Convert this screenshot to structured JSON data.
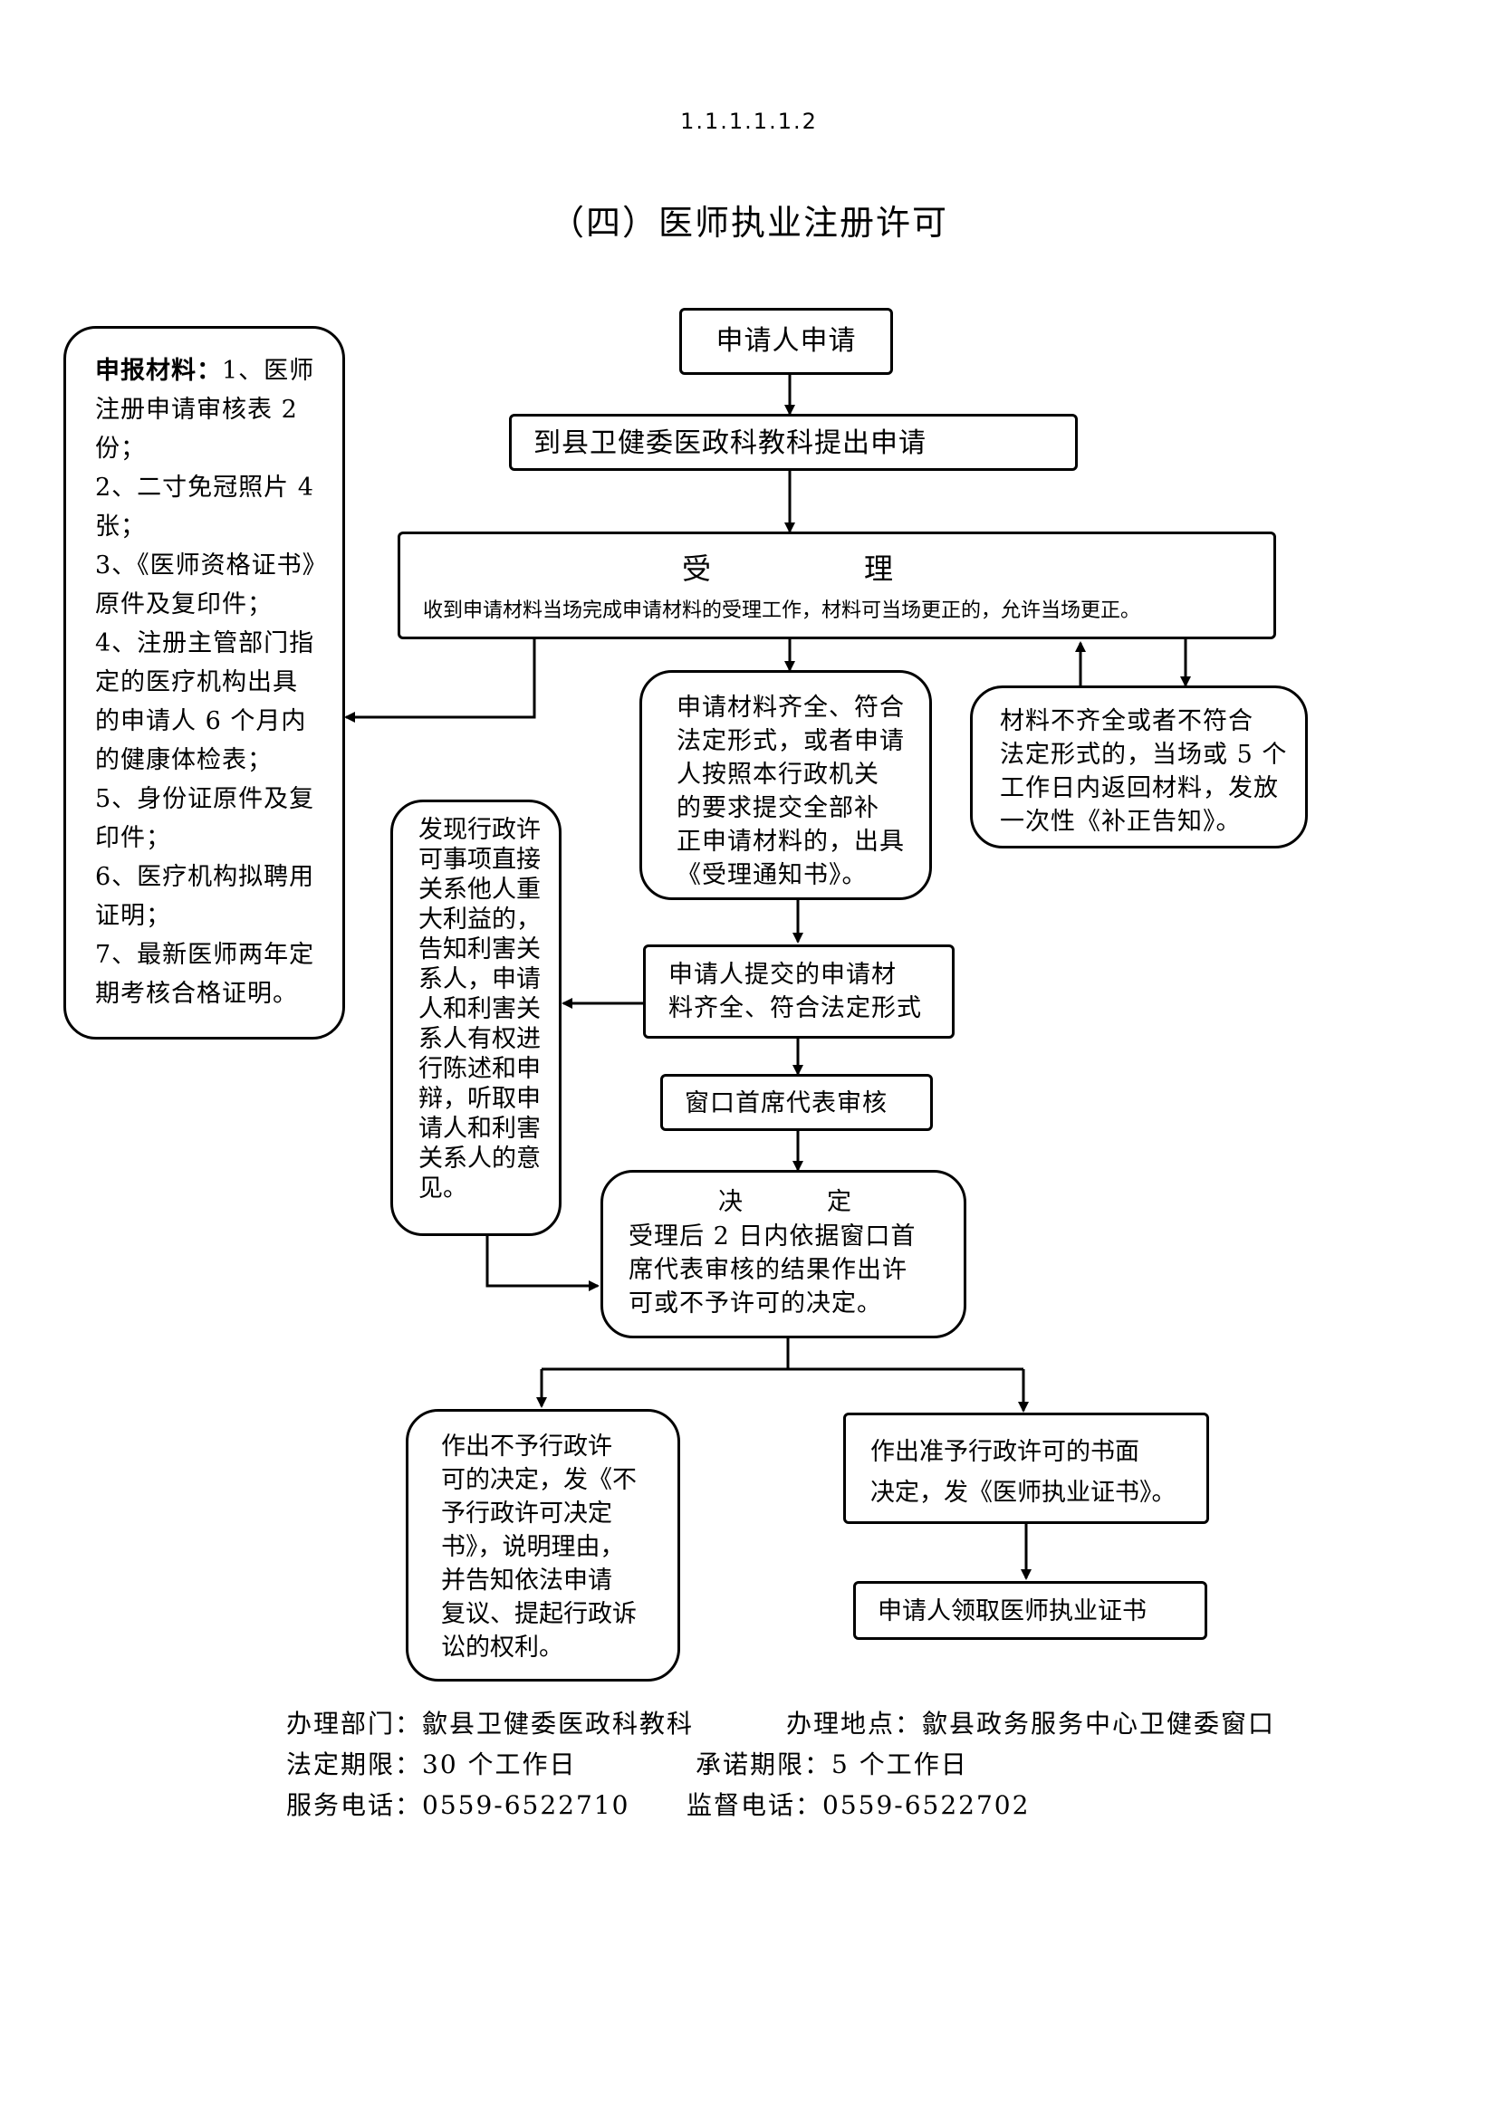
{
  "page_number": "1.1.1.1.1.2",
  "title": "（四）医师执业注册许可",
  "materials": {
    "heading": "申报材料：",
    "lines": [
      "1、医师",
      "注册申请审核表 2",
      "份；",
      "2、二寸免冠照片 4",
      "张；",
      "3、《医师资格证书》",
      "原件及复印件；",
      "4、注册主管部门指",
      "定的医疗机构出具",
      "的申请人 6 个月内",
      "的健康体检表；",
      "5、身份证原件及复",
      "印件；",
      "6、医疗机构拟聘用",
      "证明；",
      "7、最新医师两年定",
      "期考核合格证明。"
    ]
  },
  "nodes": {
    "apply": "申请人申请",
    "submit": "到县卫健委医政科教科提出申请",
    "accept_title_left": "受",
    "accept_title_right": "理",
    "accept_desc": "收到申请材料当场完成申请材料的受理工作，材料可当场更正的，允许当场更正。",
    "complete": [
      "申请材料齐全、符合",
      "法定形式，或者申请",
      "人按照本行政机关",
      "的要求提交全部补",
      "正申请材料的，出具",
      "《受理通知书》。"
    ],
    "incomplete": [
      "材料不齐全或者不符合",
      "法定形式的，当场或 5 个",
      "工作日内返回材料，发放",
      "一次性《补正告知》。"
    ],
    "hearing": [
      "发现行政许",
      "可事项直接",
      "关系他人重",
      "大利益的，",
      "告知利害关",
      "系人，申请",
      "人和利害关",
      "系人有权进",
      "行陈述和申",
      "辩，听取申",
      "请人和利害",
      "关系人的意",
      "见。"
    ],
    "materials_ok": [
      "申请人提交的申请材",
      "料齐全、符合法定形式"
    ],
    "review": "窗口首席代表审核",
    "decision_title_left": "决",
    "decision_title_right": "定",
    "decision_desc": [
      "受理后 2 日内依据窗口首",
      "席代表审核的结果作出许",
      "可或不予许可的决定。"
    ],
    "deny": [
      "作出不予行政许",
      "可的决定，发《不",
      "予行政许可决定",
      "书》，说明理由，",
      "并告知依法申请",
      "复议、提起行政诉",
      "讼的权利。"
    ],
    "grant": [
      "作出准予行政许可的书面",
      "决定，发《医师执业证书》。"
    ],
    "collect": "申请人领取医师执业证书"
  },
  "footer": {
    "dept_label": "办理部门：",
    "dept": "歙县卫健委医政科教科",
    "place_label": "办理地点：",
    "place": "歙县政务服务中心卫健委窗口",
    "legal_label": "法定期限：",
    "legal": "30 个工作日",
    "promise_label": "承诺期限：",
    "promise": "5 个工作日",
    "phone_label": "服务电话：",
    "phone": "0559-6522710",
    "supervise_label": "监督电话：",
    "supervise": "0559-6522702"
  }
}
